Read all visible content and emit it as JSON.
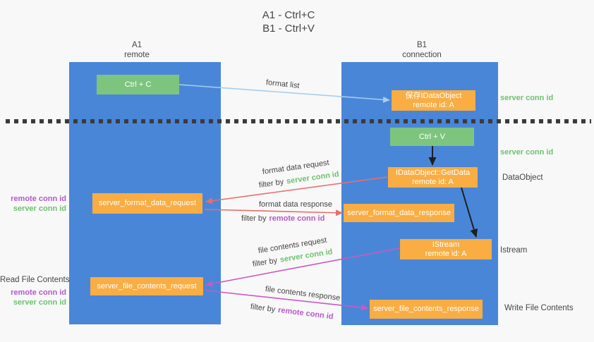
{
  "title": {
    "line1": "A1 - Ctrl+C",
    "line2": "B1 - Ctrl+V"
  },
  "lanes": {
    "left": {
      "name": "A1",
      "subtitle": "remote"
    },
    "right": {
      "name": "B1",
      "subtitle": "connection"
    }
  },
  "nodes": {
    "ctrl_c": {
      "label": "Ctrl + C"
    },
    "save_dataobject": {
      "line1": "保存IDataObject",
      "line2": "remote id: A"
    },
    "ctrl_v": {
      "label": "Ctrl + V"
    },
    "getdata": {
      "line1": "IDataObject::GetData",
      "line2": "remote id: A"
    },
    "format_request": {
      "label": "server_format_data_request"
    },
    "format_response": {
      "label": "server_format_data_response"
    },
    "istream": {
      "line1": "IStream",
      "line2": "remote id: A"
    },
    "file_request": {
      "label": "server_file_contents_request"
    },
    "file_response": {
      "label": "server_file_contents_response"
    }
  },
  "arrow_labels": {
    "format_list": "format list",
    "format_data_request": "format data request",
    "format_data_response": "format data response",
    "file_contents_request": "file contents request",
    "file_contents_response": "file contents response",
    "filter_by": "filter by",
    "server_conn_id": "server conn id",
    "remote_conn_id": "remote conn id"
  },
  "side_labels": {
    "left_format": {
      "line1": "remote conn id",
      "line2": "server conn id"
    },
    "read_file_contents": "Read File Contents",
    "left_file": {
      "line1": "remote conn id",
      "line2": "server conn id"
    },
    "right_top": "server conn id",
    "right_mid": "server conn id",
    "data_object": "DataObject",
    "istream": "Istream",
    "write_file_contents": "Write File Contents"
  },
  "colors": {
    "bg": "#f8f8f8",
    "column_blue": "#4a86d8",
    "box_green": "#7dc57f",
    "box_orange": "#f9ad42",
    "text_green": "#6cc26e",
    "text_purple": "#b35ac8",
    "arrow_blue": "#a5cdec",
    "arrow_black": "#1f1f1f",
    "arrow_red": "#e96d6d",
    "arrow_magenta": "#c75bc0",
    "label_dark": "#454545",
    "dot_dark": "#3b3b3b"
  }
}
